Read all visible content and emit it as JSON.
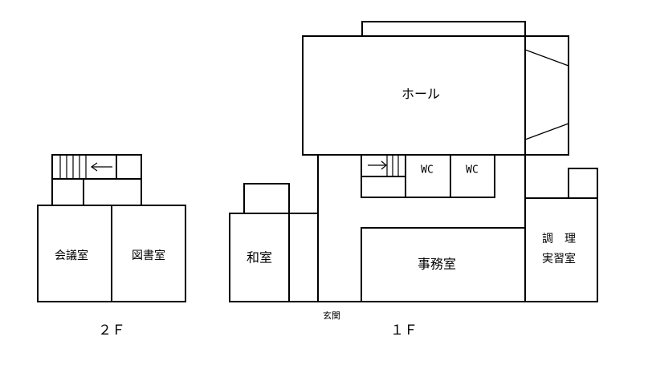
{
  "floors": {
    "second_floor": {
      "label": "２Ｆ",
      "rooms": {
        "meeting_room": "会議室",
        "library": "図書室"
      }
    },
    "first_floor": {
      "label": "１Ｆ",
      "rooms": {
        "hall": "ホール",
        "wc_left": "WC",
        "wc_right": "WC",
        "japanese_room": "和室",
        "office": "事務室",
        "cooking_line1": "調　理",
        "cooking_line2": "実習室",
        "entrance": "玄関"
      }
    }
  },
  "icons": {
    "stair_arrow_2f": "arrow-left-icon",
    "stair_arrow_1f": "arrow-right-icon"
  }
}
